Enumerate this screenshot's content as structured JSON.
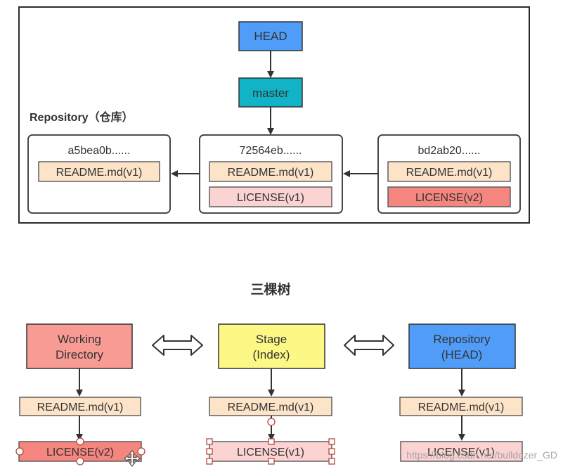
{
  "top": {
    "head_label": "HEAD",
    "master_label": "master",
    "repository_label": "Repository（仓库）",
    "commits": [
      {
        "id": "a5bea0b......",
        "files": [
          "README.md(v1)"
        ]
      },
      {
        "id": "72564eb......",
        "files": [
          "README.md(v1)",
          "LICENSE(v1)"
        ]
      },
      {
        "id": "bd2ab20......",
        "files": [
          "README.md(v1)",
          "LICENSE(v2)"
        ]
      }
    ]
  },
  "three_trees": {
    "title": "三棵树",
    "trees": [
      {
        "line1": "Working",
        "line2": "Directory",
        "files": [
          "README.md(v1)",
          "LICENSE(v2)"
        ]
      },
      {
        "line1": "Stage",
        "line2": "(Index)",
        "files": [
          "README.md(v1)",
          "LICENSE(v1)"
        ]
      },
      {
        "line1": "Repository",
        "line2": "(HEAD)",
        "files": [
          "README.md(v1)",
          "LICENSE(v1)"
        ]
      }
    ]
  },
  "watermark": "https://blog.csdn.net/bulldozer_GD",
  "colors": {
    "head": "#4f9df8",
    "master": "#10b4c6",
    "readme": "#fde4c9",
    "license_v1": "#fcd3d3",
    "license_v2": "#f5857f",
    "working": "#f89b94",
    "stage": "#fdf785",
    "repository": "#4f9df8"
  }
}
